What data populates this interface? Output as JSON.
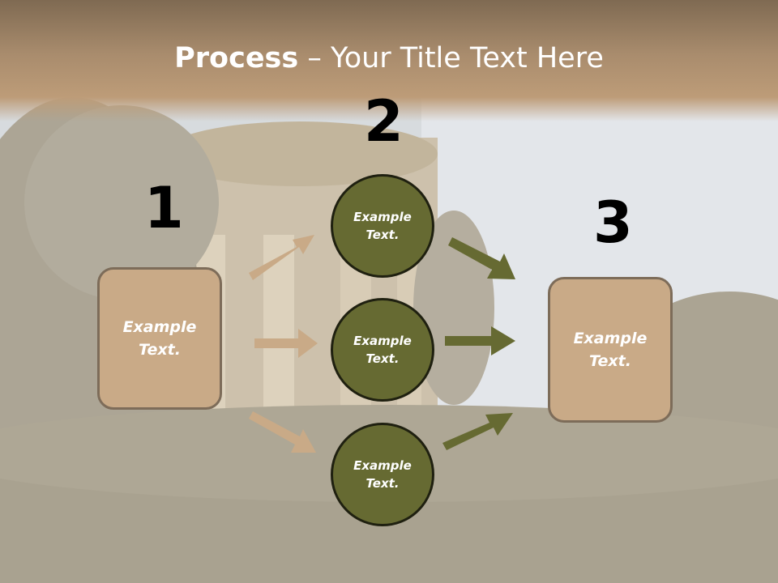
{
  "title": {
    "bold": "Process",
    "rest": " – Your Title Text Here"
  },
  "steps": {
    "n1": "1",
    "n2": "2",
    "n3": "3"
  },
  "left_box": {
    "text": "Example\nText."
  },
  "right_box": {
    "text": "Example\nText."
  },
  "circles": [
    {
      "text": "Example\nText."
    },
    {
      "text": "Example\nText."
    },
    {
      "text": "Example\nText."
    }
  ],
  "colors": {
    "box_fill": "#c9aa87",
    "circle_fill": "#666a32",
    "arrow_tan": "#c9aa87",
    "arrow_olive": "#666a32"
  }
}
